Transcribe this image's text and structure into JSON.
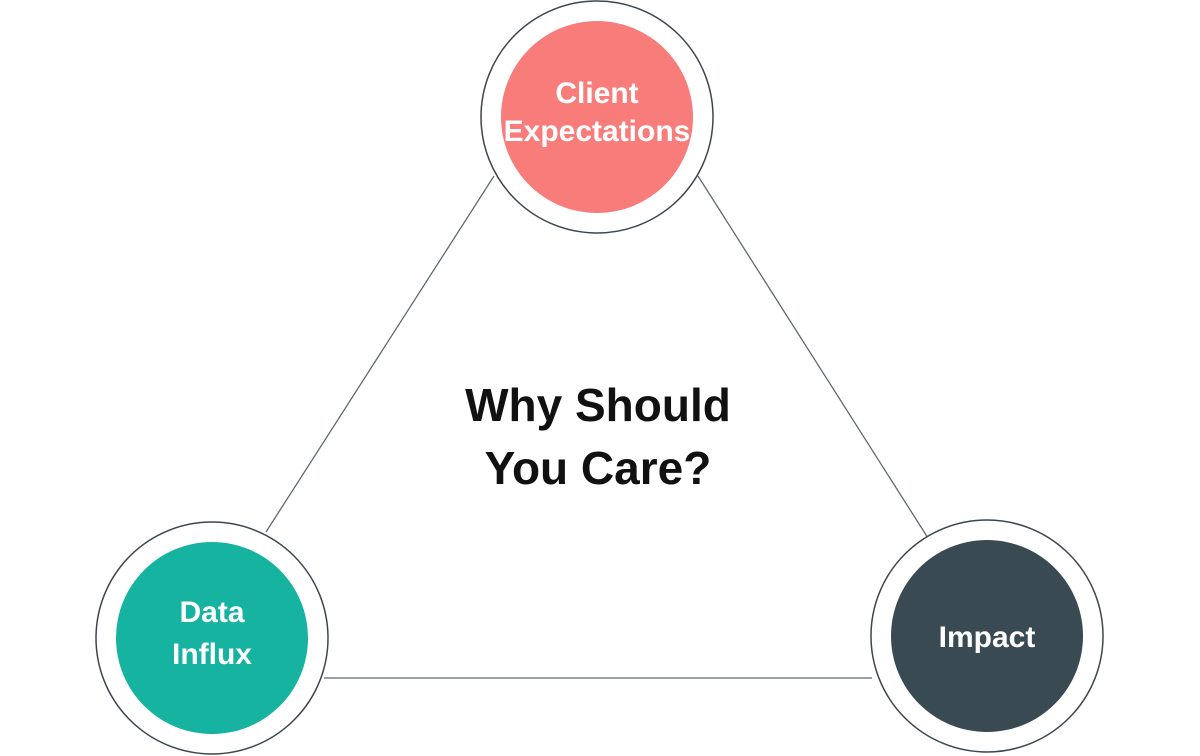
{
  "center": {
    "lines": [
      "Why Should",
      "You Care?"
    ]
  },
  "nodes": {
    "top": {
      "lines": [
        "Client",
        "Expectations"
      ],
      "color": "#f87c7a"
    },
    "left": {
      "lines": [
        "Data",
        "Influx"
      ],
      "color": "#16b3a1"
    },
    "right": {
      "lines": [
        "Impact"
      ],
      "color": "#3a4a52"
    }
  },
  "colors": {
    "edge": "#5f6b70",
    "ring": "#3b474e",
    "center_text": "#111111"
  }
}
